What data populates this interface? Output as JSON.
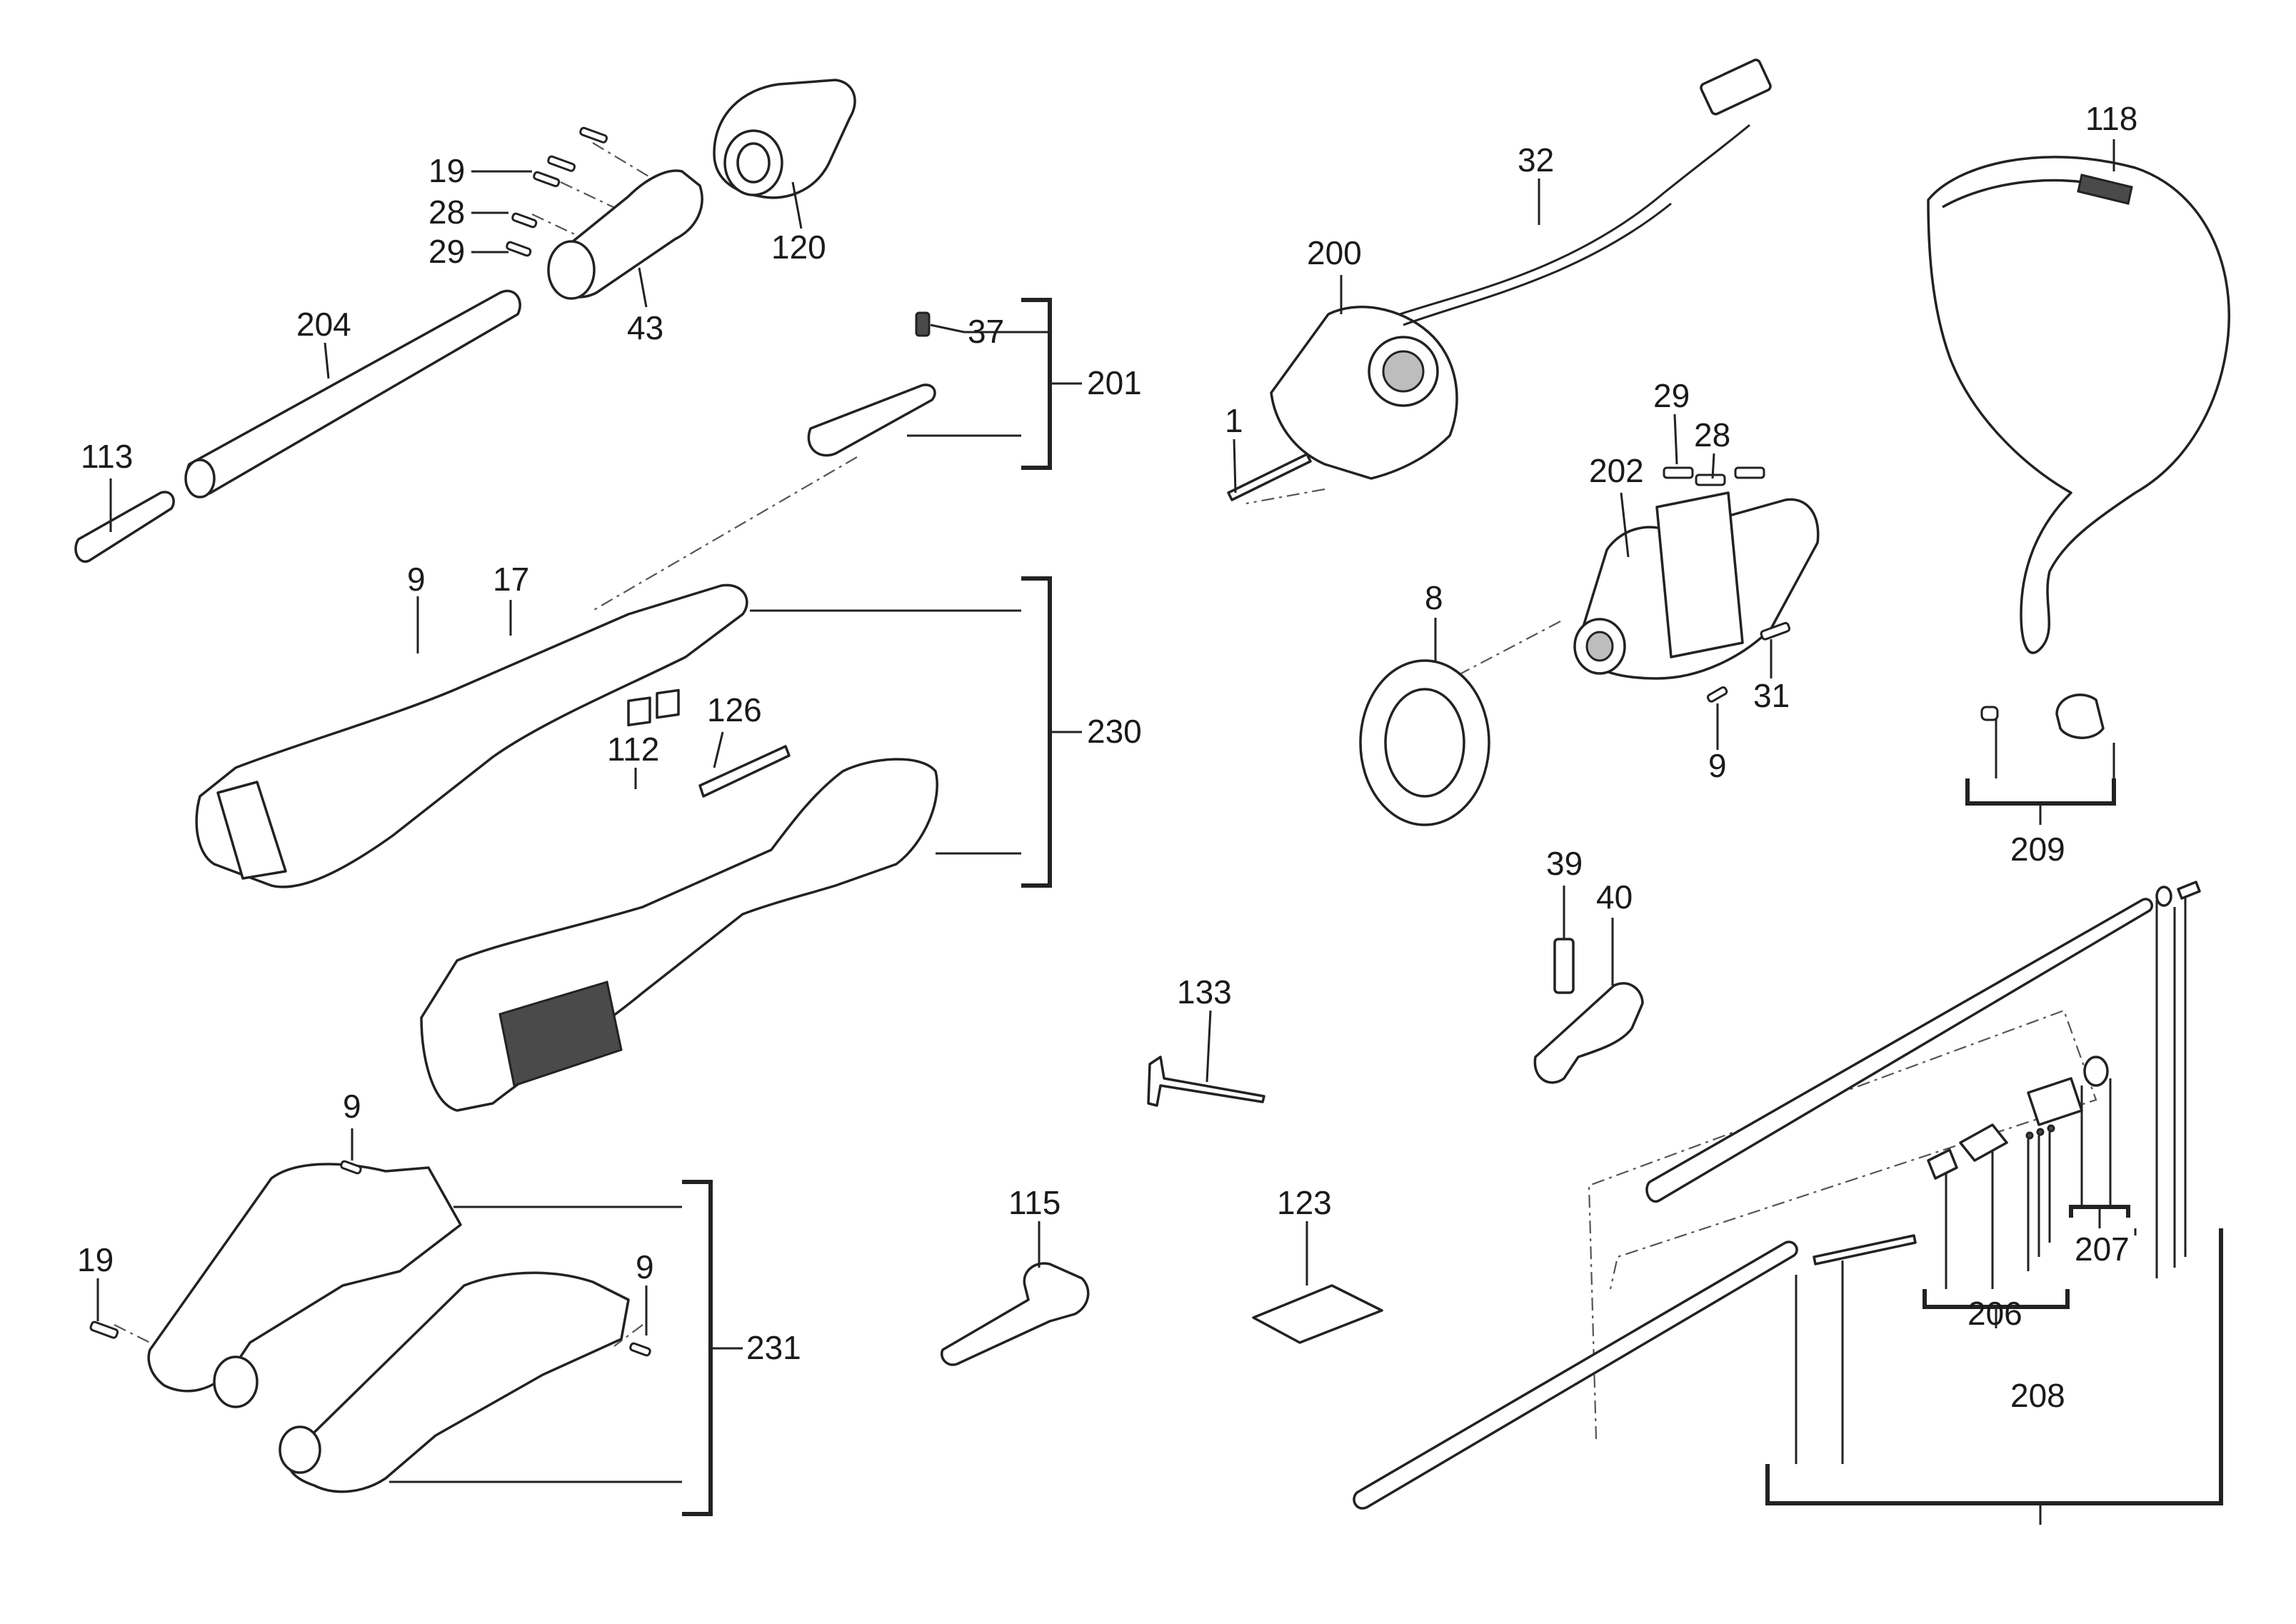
{
  "labels": {
    "p19a": "19",
    "p28a": "28",
    "p29a": "29",
    "p43": "43",
    "p120": "120",
    "p204": "204",
    "p113": "113",
    "p37": "37",
    "p201": "201",
    "p9a": "9",
    "p17": "17",
    "p126": "126",
    "p112": "112",
    "p230": "230",
    "p200": "200",
    "p32": "32",
    "p1": "1",
    "p29b": "29",
    "p28b": "28",
    "p202": "202",
    "p8": "8",
    "p31": "31",
    "p9b": "9",
    "p118": "118",
    "p209": "209",
    "p39": "39",
    "p40": "40",
    "p133": "133",
    "p9c": "9",
    "p19b": "19",
    "p9d": "9",
    "p231": "231",
    "p115": "115",
    "p123": "123",
    "p207": "207",
    "p206": "206",
    "p208": "208"
  },
  "colors": {
    "line": "#222222",
    "background": "#ffffff"
  }
}
